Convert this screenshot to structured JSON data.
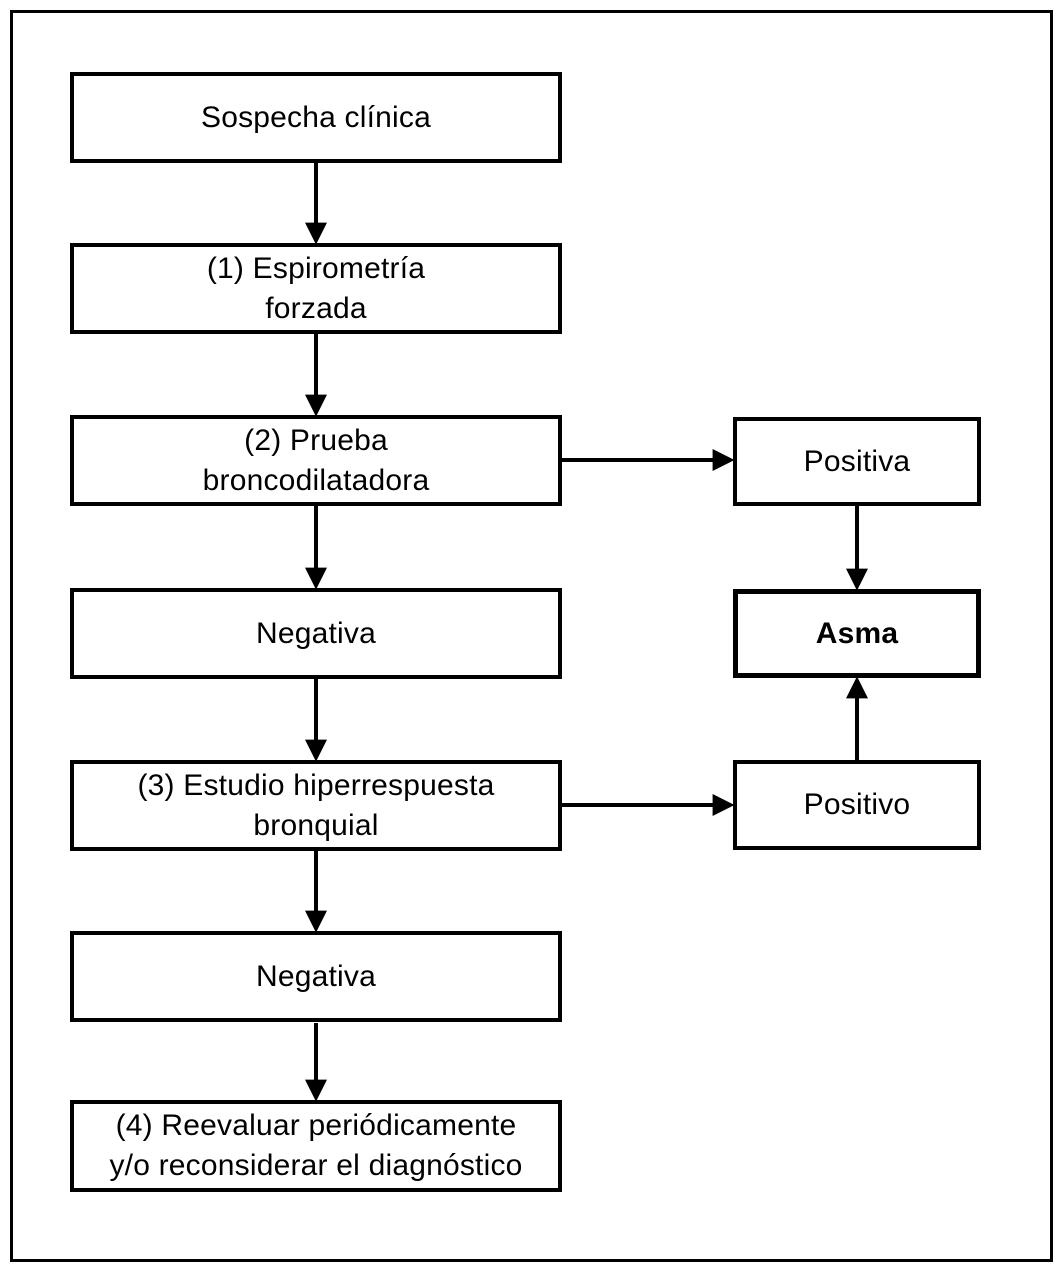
{
  "meta": {
    "background_color": "#ffffff",
    "ink_color": "#000000",
    "figure_type": "flowchart"
  },
  "diagram": {
    "nodes": {
      "suspicion": {
        "l1": "Sospecha clínica"
      },
      "spirometry": {
        "l1": "(1) Espirometría",
        "l2": "forzada"
      },
      "bronchodilator_test": {
        "l1": "(2) Prueba",
        "l2": "broncodilatadora"
      },
      "negative_1": {
        "l1": "Negativa"
      },
      "hyperresponsiveness": {
        "l1": "(3) Estudio hiperrespuesta",
        "l2": "bronquial"
      },
      "negative_2": {
        "l1": "Negativa"
      },
      "reevaluate": {
        "l1": "(4) Reevaluar periódicamente",
        "l2": "y/o reconsiderar el diagnóstico"
      },
      "positive_bd": {
        "l1": "Positiva"
      },
      "asthma": {
        "l1": "Asma"
      },
      "positive_hr": {
        "l1": "Positivo"
      }
    },
    "edges": [
      {
        "from": "suspicion",
        "to": "spirometry",
        "direction": "down"
      },
      {
        "from": "spirometry",
        "to": "bronchodilator_test",
        "direction": "down"
      },
      {
        "from": "bronchodilator_test",
        "to": "negative_1",
        "direction": "down"
      },
      {
        "from": "bronchodilator_test",
        "to": "positive_bd",
        "direction": "right"
      },
      {
        "from": "positive_bd",
        "to": "asthma",
        "direction": "down"
      },
      {
        "from": "negative_1",
        "to": "hyperresponsiveness",
        "direction": "down"
      },
      {
        "from": "hyperresponsiveness",
        "to": "positive_hr",
        "direction": "right"
      },
      {
        "from": "positive_hr",
        "to": "asthma",
        "direction": "up"
      },
      {
        "from": "hyperresponsiveness",
        "to": "negative_2",
        "direction": "down"
      },
      {
        "from": "negative_2",
        "to": "reevaluate",
        "direction": "down"
      }
    ]
  }
}
